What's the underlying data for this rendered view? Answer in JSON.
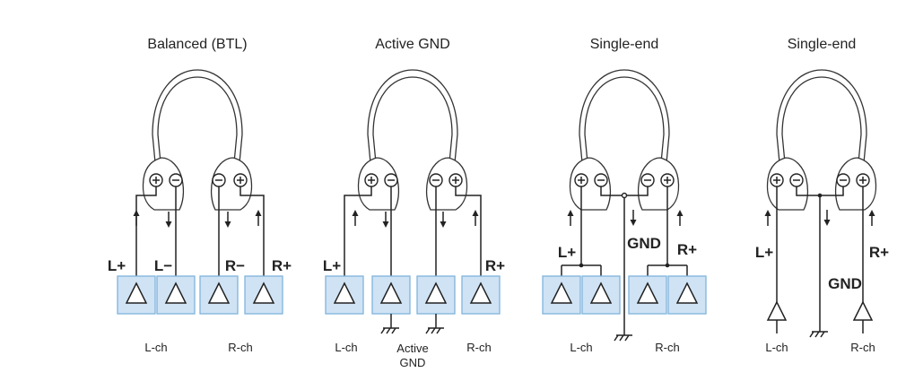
{
  "diagrams": [
    {
      "title": "Balanced (BTL)",
      "labels": {
        "l_plus": "L+",
        "l_minus": "L−",
        "r_minus": "R−",
        "r_plus": "R+"
      },
      "channels": {
        "left": "L-ch",
        "right": "R-ch"
      }
    },
    {
      "title": "Active GND",
      "labels": {
        "l_plus": "L+",
        "r_plus": "R+"
      },
      "channels": {
        "left": "L-ch",
        "center_line1": "Active",
        "center_line2": "GND",
        "right": "R-ch"
      }
    },
    {
      "title": "Single-end",
      "labels": {
        "l_plus": "L+",
        "gnd": "GND",
        "r_plus": "R+"
      },
      "channels": {
        "left": "L-ch",
        "right": "R-ch"
      }
    },
    {
      "title": "Single-end",
      "labels": {
        "l_plus": "L+",
        "gnd": "GND",
        "r_plus": "R+"
      },
      "channels": {
        "left": "L-ch",
        "right": "R-ch"
      }
    }
  ],
  "colors": {
    "amp_fill": "#cfe3f5",
    "amp_border": "#7fb3db",
    "line": "#222222"
  }
}
